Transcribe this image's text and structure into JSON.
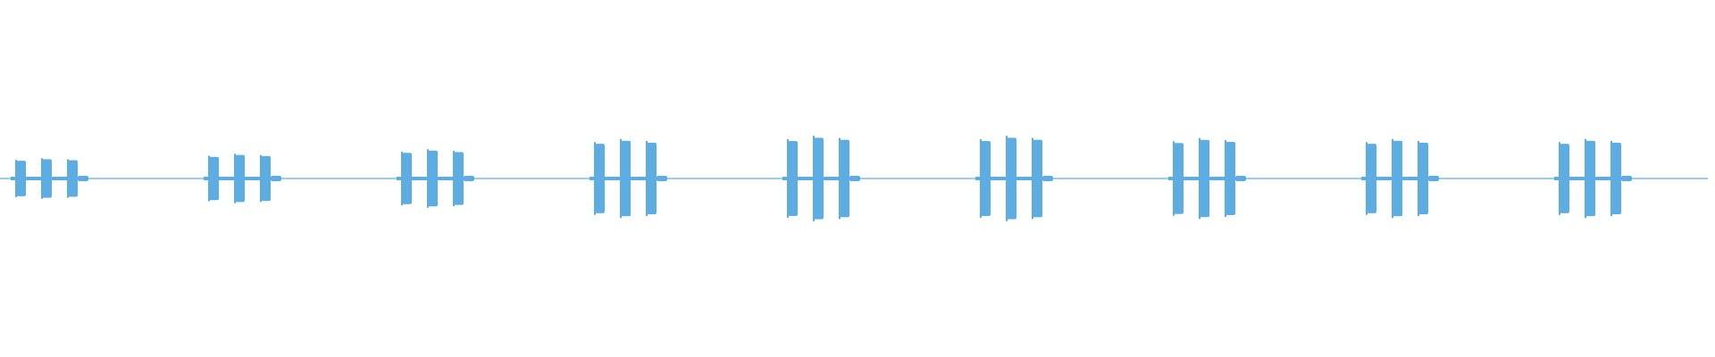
{
  "waveform": {
    "color": "#5dade2",
    "background": "#ffffff",
    "pulse_groups": [
      {
        "pulses": 3,
        "relative_amplitude": 0.45
      },
      {
        "pulses": 3,
        "relative_amplitude": 0.55
      },
      {
        "pulses": 3,
        "relative_amplitude": 0.65
      },
      {
        "pulses": 3,
        "relative_amplitude": 0.88
      },
      {
        "pulses": 3,
        "relative_amplitude": 0.95
      },
      {
        "pulses": 3,
        "relative_amplitude": 0.95
      },
      {
        "pulses": 3,
        "relative_amplitude": 0.9
      },
      {
        "pulses": 3,
        "relative_amplitude": 0.88
      },
      {
        "pulses": 3,
        "relative_amplitude": 0.88
      }
    ]
  }
}
